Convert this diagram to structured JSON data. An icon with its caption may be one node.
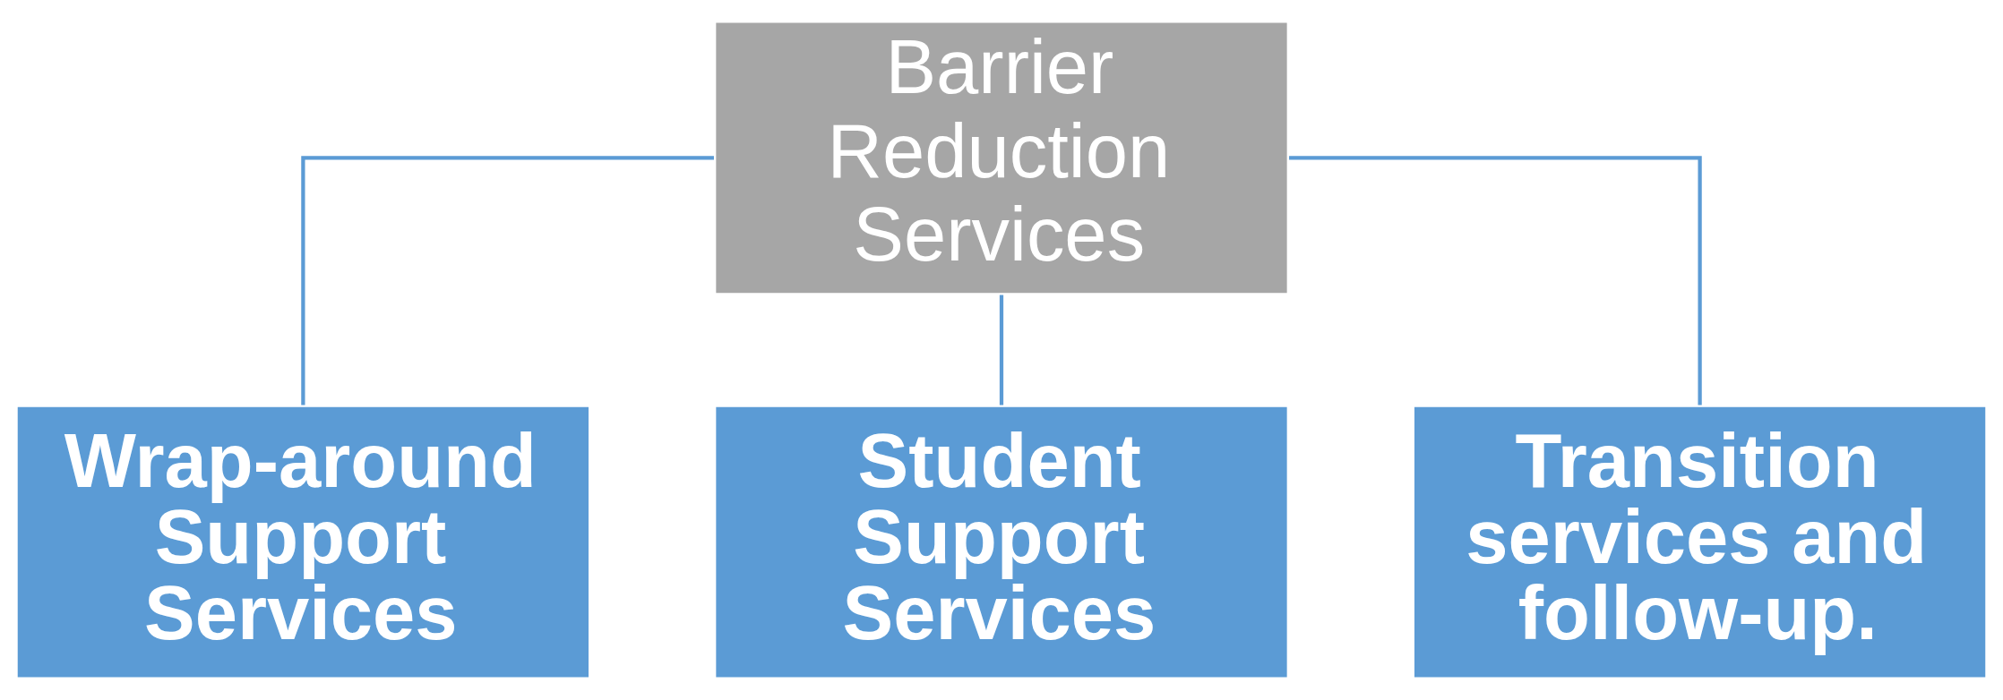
{
  "diagram": {
    "nodes": [
      {
        "text": [
          "Barrier Reduction Services"
        ]
      },
      {
        "text": [
          "Wrap-around Support Services"
        ]
      },
      {
        "text": [
          "Student Support Services"
        ]
      },
      {
        "text": [
          "Transition services and follow-up."
        ]
      }
    ],
    "edges": [
      {
        "from": 0,
        "to": 1,
        "arrow": "none"
      },
      {
        "from": 0,
        "to": 2,
        "arrow": "none"
      },
      {
        "from": 0,
        "to": 3,
        "arrow": "none"
      }
    ]
  }
}
